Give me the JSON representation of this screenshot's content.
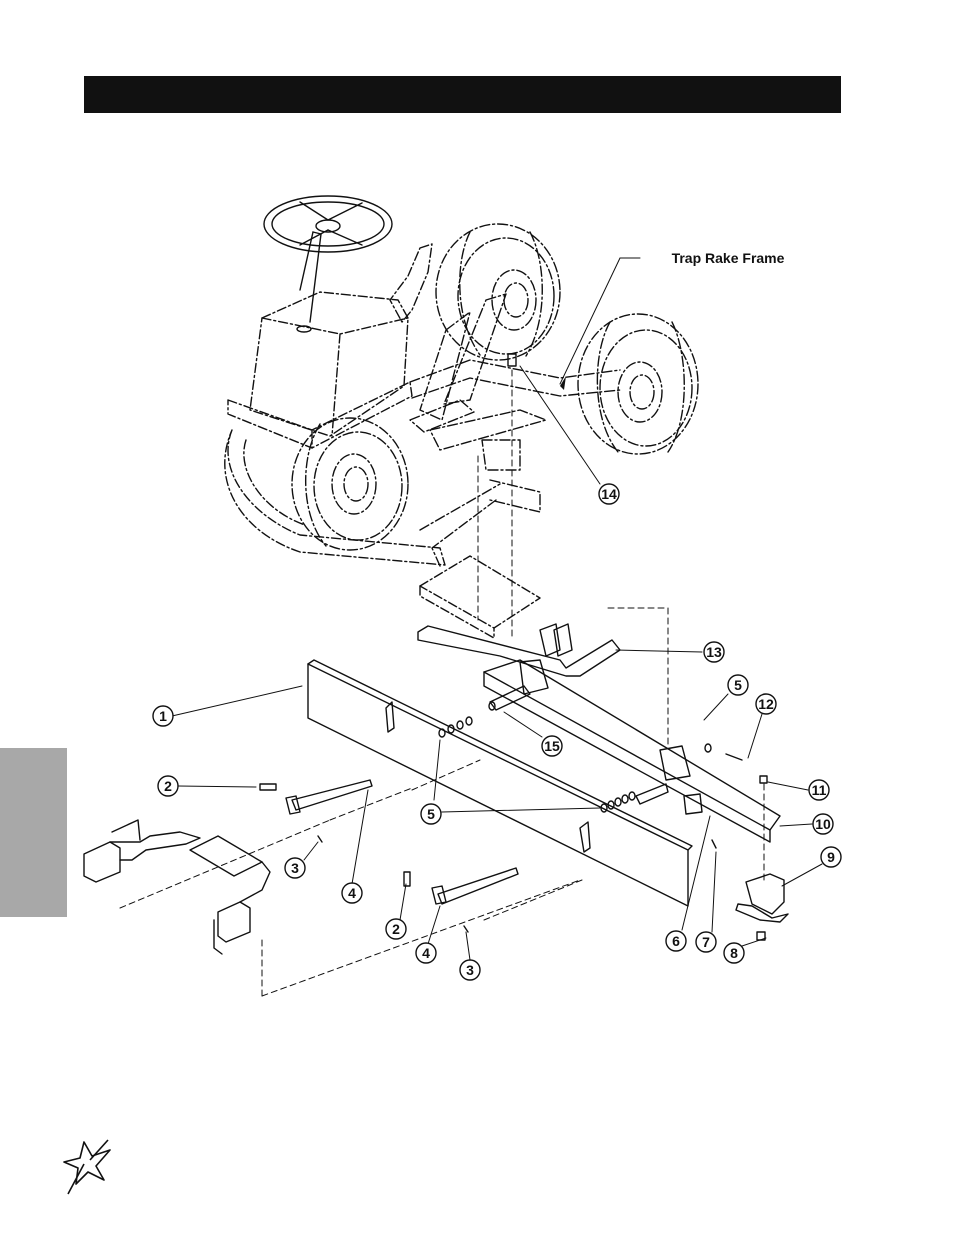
{
  "header": {
    "title": ""
  },
  "diagram": {
    "frame_label": "Trap Rake Frame",
    "callouts": [
      {
        "id": "c1",
        "number": "1"
      },
      {
        "id": "c2a",
        "number": "2"
      },
      {
        "id": "c2b",
        "number": "2"
      },
      {
        "id": "c3a",
        "number": "3"
      },
      {
        "id": "c3b",
        "number": "3"
      },
      {
        "id": "c4a",
        "number": "4"
      },
      {
        "id": "c4b",
        "number": "4"
      },
      {
        "id": "c5a",
        "number": "5"
      },
      {
        "id": "c5b",
        "number": "5"
      },
      {
        "id": "c6",
        "number": "6"
      },
      {
        "id": "c7",
        "number": "7"
      },
      {
        "id": "c8",
        "number": "8"
      },
      {
        "id": "c9",
        "number": "9"
      },
      {
        "id": "c10",
        "number": "10"
      },
      {
        "id": "c11",
        "number": "11"
      },
      {
        "id": "c12",
        "number": "12"
      },
      {
        "id": "c13",
        "number": "13"
      },
      {
        "id": "c14",
        "number": "14"
      },
      {
        "id": "c15",
        "number": "15"
      }
    ]
  },
  "footer": {
    "logo_icon": "star-logo-icon"
  }
}
